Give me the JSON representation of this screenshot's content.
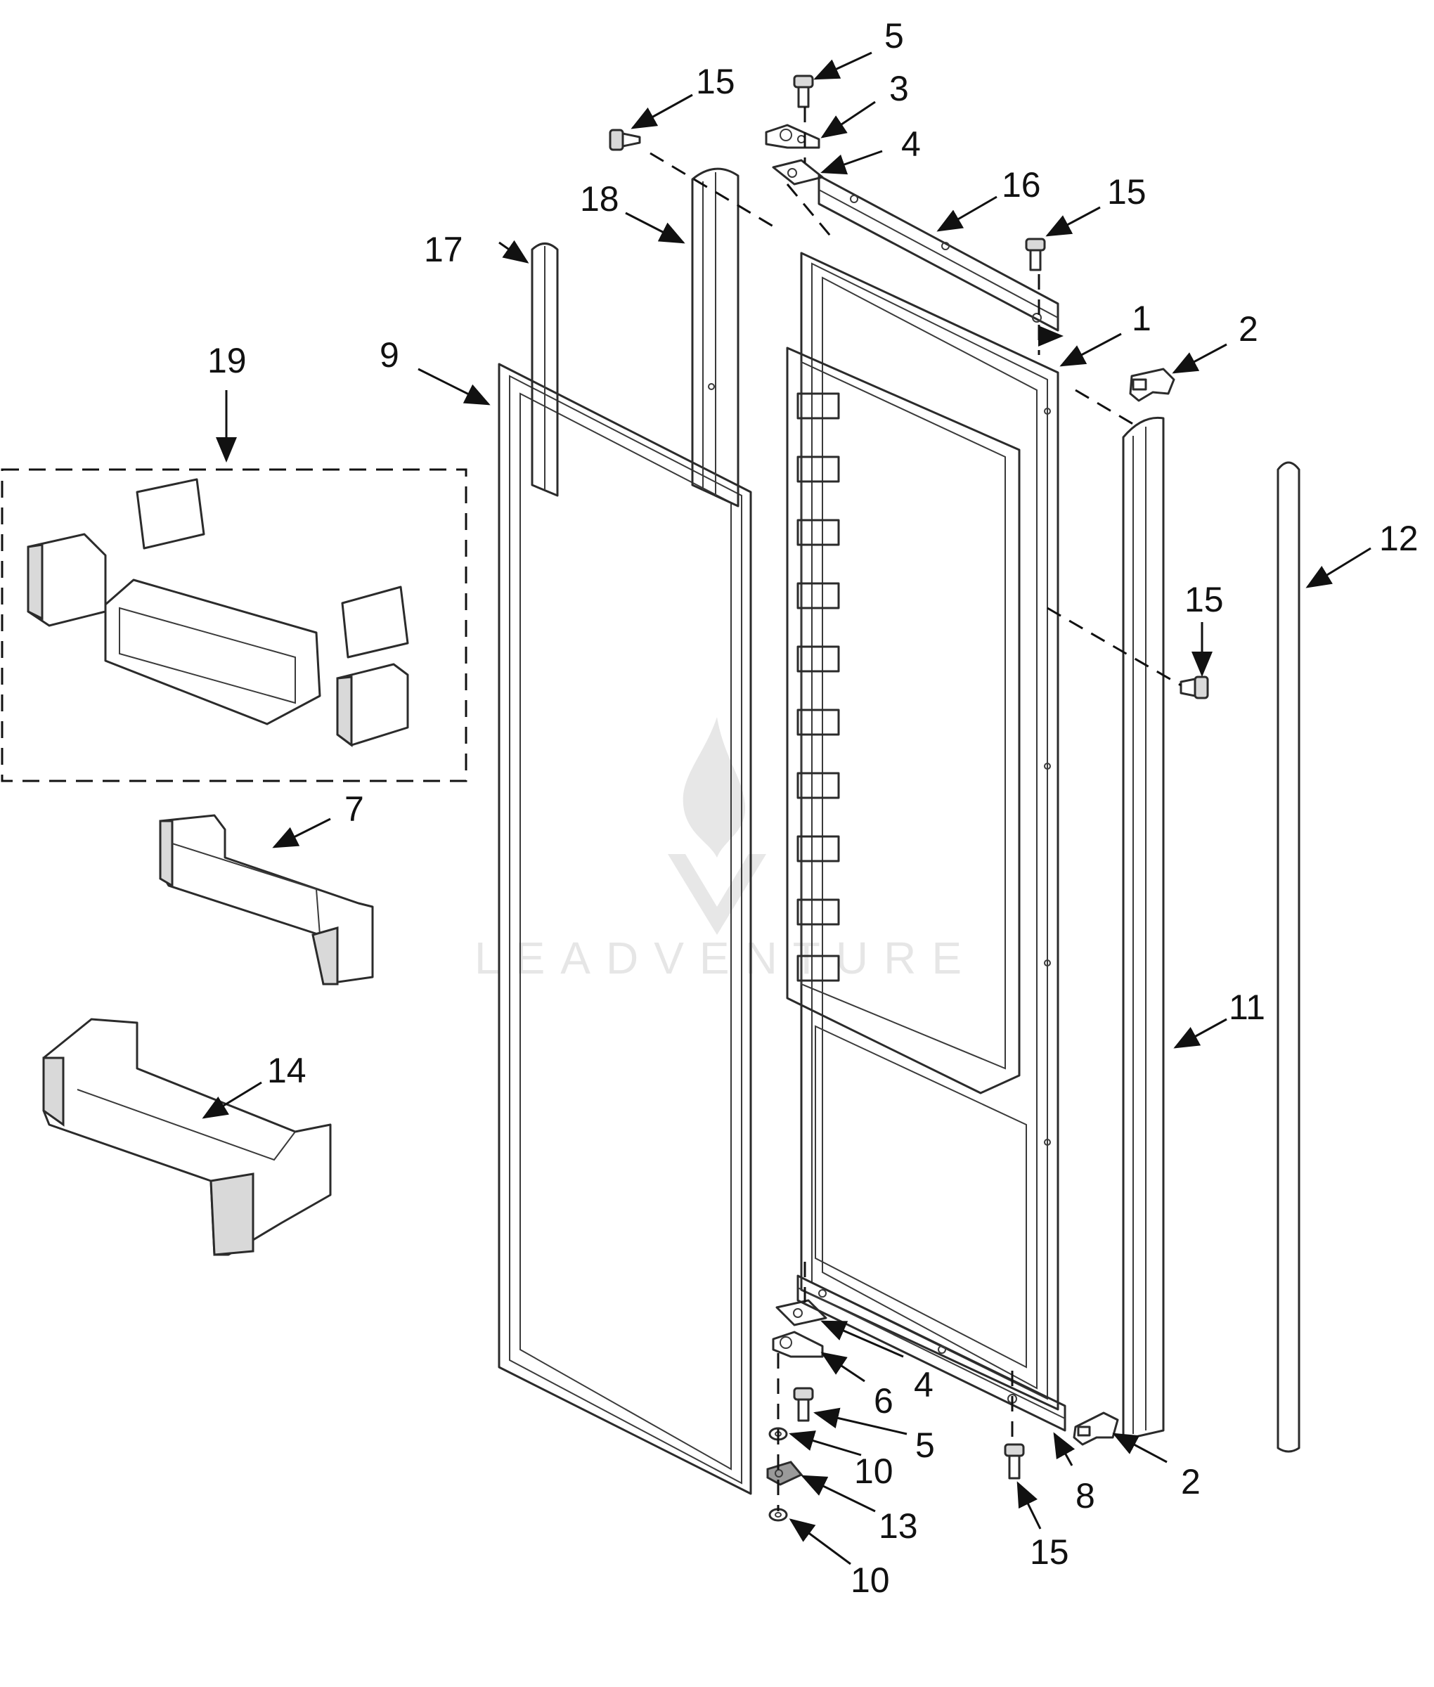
{
  "watermark": {
    "text": "LEADVENTURE"
  },
  "callouts": [
    {
      "label": "1"
    },
    {
      "label": "2"
    },
    {
      "label": "3"
    },
    {
      "label": "4"
    },
    {
      "label": "5"
    },
    {
      "label": "6"
    },
    {
      "label": "7"
    },
    {
      "label": "8"
    },
    {
      "label": "9"
    },
    {
      "label": "10"
    },
    {
      "label": "11"
    },
    {
      "label": "12"
    },
    {
      "label": "13"
    },
    {
      "label": "14"
    },
    {
      "label": "15"
    },
    {
      "label": "16"
    },
    {
      "label": "17"
    },
    {
      "label": "18"
    },
    {
      "label": "19"
    }
  ],
  "colors": {
    "line": "#2b2b2b",
    "watermark": "#c8c8c8",
    "background": "#ffffff"
  }
}
